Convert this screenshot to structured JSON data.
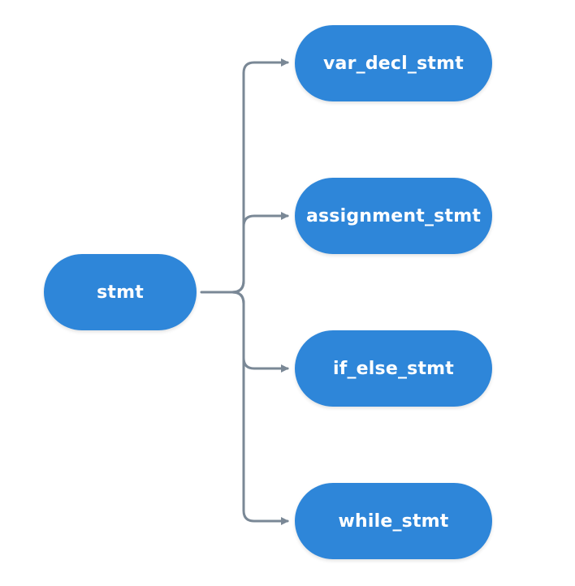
{
  "colors": {
    "node_fill": "#2e86d9",
    "node_text": "#ffffff",
    "connector": "#7a8896"
  },
  "root": {
    "label": "stmt"
  },
  "children": [
    {
      "label": "var_decl_stmt"
    },
    {
      "label": "assignment_stmt"
    },
    {
      "label": "if_else_stmt"
    },
    {
      "label": "while_stmt"
    }
  ]
}
